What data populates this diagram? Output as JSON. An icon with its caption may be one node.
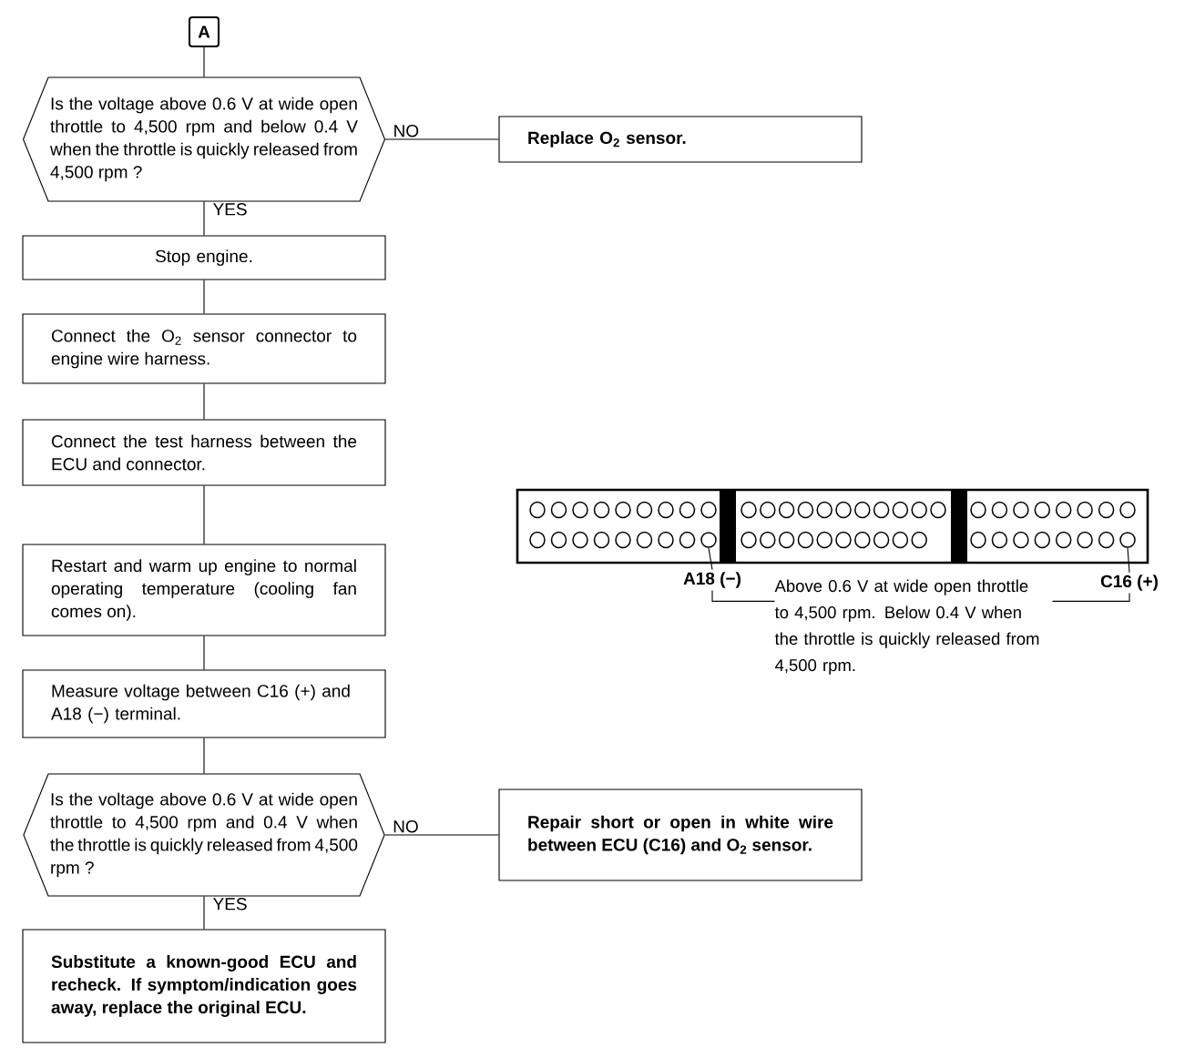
{
  "diagram": {
    "nodes": [
      {
        "text": [
          "A"
        ]
      },
      {
        "text": [
          "Is the voltage above 0.6 V at wide open throttle to 4,500 rpm and below 0.4 V when the throttle is quickly released from 4,500 rpm ?"
        ]
      },
      {
        "text": [
          "Replace O$_{2}$ sensor."
        ]
      },
      {
        "text": [
          "Stop engine."
        ]
      },
      {
        "text": [
          "Connect the O$_{2}$ sensor connector to engine wire harness."
        ]
      },
      {
        "text": [
          "Connect the test harness between the ECU and connector."
        ]
      },
      {
        "text": [
          "Restart and warm up engine to normal operating temperature (cooling fan comes on)."
        ]
      },
      {
        "text": [
          "Measure voltage between C16 (+) and A18 (−) terminal."
        ]
      },
      {
        "text": [
          "Is the voltage above 0.6 V at wide open throttle to 4,500 rpm and 0.4 V when the throttle is quickly released from 4,500 rpm ?"
        ]
      },
      {
        "text": [
          "Repair short or open in white wire between ECU (C16) and O$_{2}$ sensor."
        ]
      },
      {
        "text": [
          "Substitute a known-good ECU and recheck. If symptom/indication goes away, replace the original ECU."
        ]
      },
      {
        "text": [
          "A18 (−)"
        ]
      },
      {
        "text": [
          "C16 (+)"
        ]
      },
      {
        "text": [],
        "shape": "circle"
      },
      {
        "text": [],
        "shape": "circle"
      }
    ],
    "edges": [
      {
        "from": 0,
        "to": 1,
        "arrow": "none"
      },
      {
        "from": 1,
        "to": 2,
        "arrow": "none",
        "label": "NO"
      },
      {
        "from": 1,
        "to": 3,
        "arrow": "none",
        "label": "YES"
      },
      {
        "from": 3,
        "to": 4,
        "arrow": "none"
      },
      {
        "from": 4,
        "to": 5,
        "arrow": "none"
      },
      {
        "from": 5,
        "to": 6,
        "arrow": "none"
      },
      {
        "from": 6,
        "to": 7,
        "arrow": "none"
      },
      {
        "from": 7,
        "to": 8,
        "arrow": "none"
      },
      {
        "from": 8,
        "to": 9,
        "arrow": "none",
        "label": "NO"
      },
      {
        "from": 8,
        "to": 10,
        "arrow": "none",
        "label": "YES"
      },
      {
        "from": 13,
        "to": 11,
        "arrow": "none"
      },
      {
        "from": 14,
        "to": 12,
        "arrow": "none"
      },
      {
        "from": 11,
        "to": 12,
        "arrow": "none"
      }
    ],
    "labels": [
      "Above 0.6 V at wide open throttle to 4,500 rpm. Below 0.4 V when the throttle is quickly released from 4,500 rpm."
    ]
  }
}
